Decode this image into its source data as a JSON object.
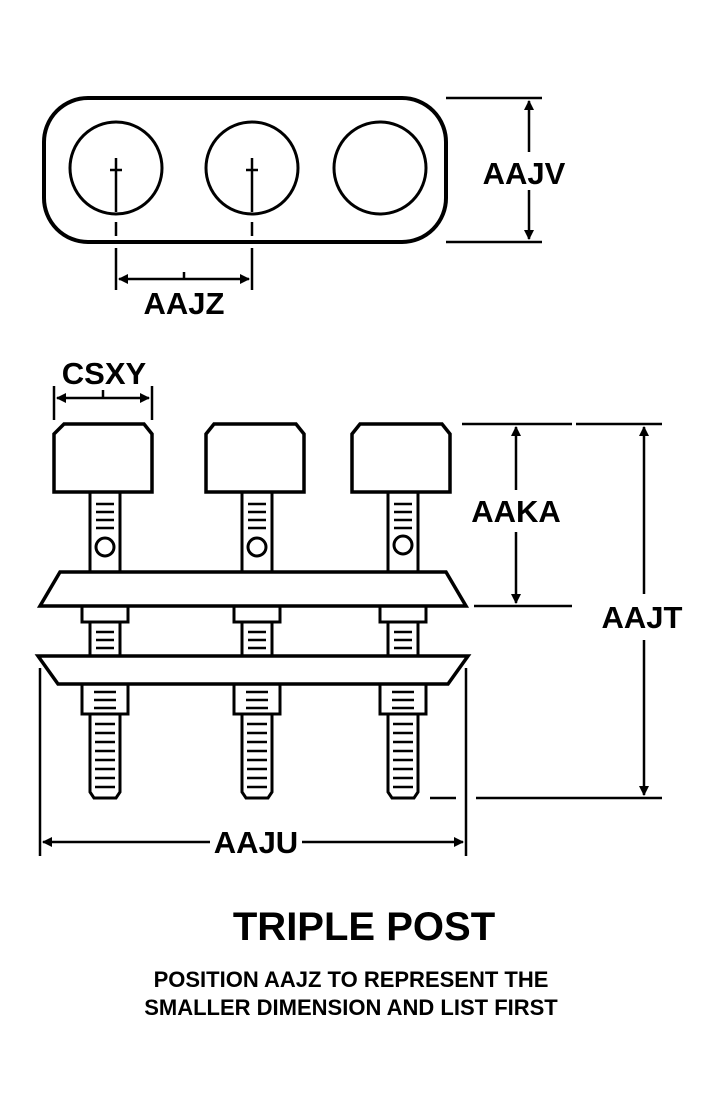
{
  "labels": {
    "aajv": "AAJV",
    "aajz": "AAJZ",
    "csxy": "CSXY",
    "aaka": "AAKA",
    "aajt": "AAJT",
    "aaju": "AAJU"
  },
  "title": "TRIPLE POST",
  "note": {
    "line1": "POSITION AAJZ TO REPRESENT THE",
    "line2": "SMALLER DIMENSION AND LIST FIRST"
  }
}
